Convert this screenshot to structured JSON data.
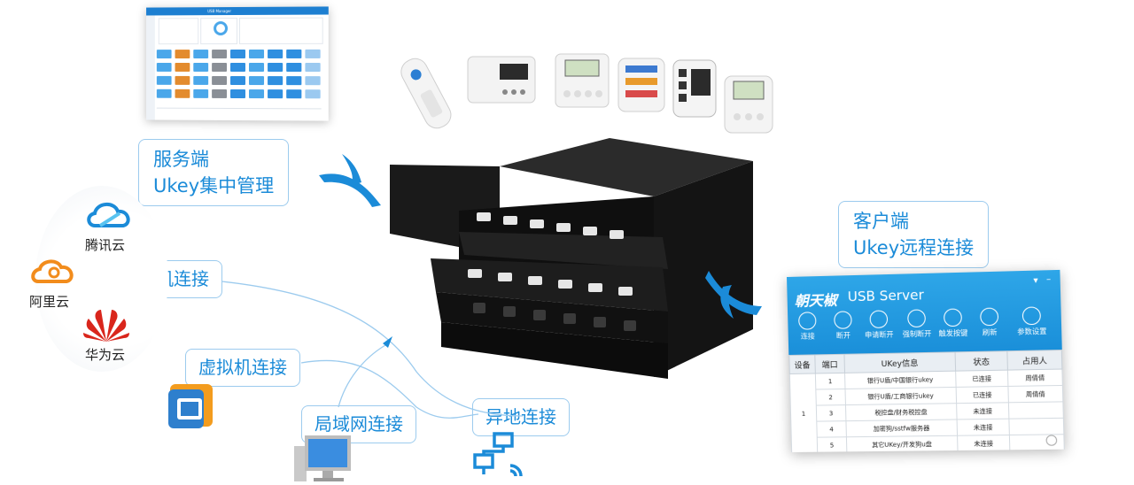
{
  "callouts": {
    "server": [
      "服务端",
      "Ukey集中管理"
    ],
    "client": [
      "客户端",
      "Ukey远程连接"
    ],
    "cloud_host": "云主机连接",
    "vm": "虚拟机连接",
    "lan": "局域网连接",
    "remote": "异地连接"
  },
  "clouds": [
    "腾讯云",
    "阿里云",
    "华为云"
  ],
  "dashboard": {
    "title": "USB Manager"
  },
  "usb_server": {
    "brand": "朝天椒",
    "title": "USB Server",
    "toolbar": [
      "连接",
      "断开",
      "申请断开",
      "强制断开",
      "触发按键",
      "刷新",
      "参数设置"
    ],
    "columns": [
      "设备",
      "端口",
      "UKey信息",
      "状态",
      "占用人"
    ],
    "device_label": "1",
    "rows": [
      {
        "port": "1",
        "info": "银行U盾/中国银行ukey",
        "status": "已连接",
        "user": "周倩倩"
      },
      {
        "port": "2",
        "info": "银行U盾/工商银行ukey",
        "status": "已连接",
        "user": "周倩倩"
      },
      {
        "port": "3",
        "info": "税控盘/财务税控盘",
        "status": "未连接",
        "user": ""
      },
      {
        "port": "4",
        "info": "加密狗/sstfw服务器",
        "status": "未连接",
        "user": ""
      },
      {
        "port": "5",
        "info": "其它UKey/开发狗u盘",
        "status": "未连接",
        "user": ""
      }
    ]
  },
  "colors": {
    "accent": "#1b8bd8",
    "border": "#9ccbee",
    "header_blue": "#1a8fd9"
  }
}
